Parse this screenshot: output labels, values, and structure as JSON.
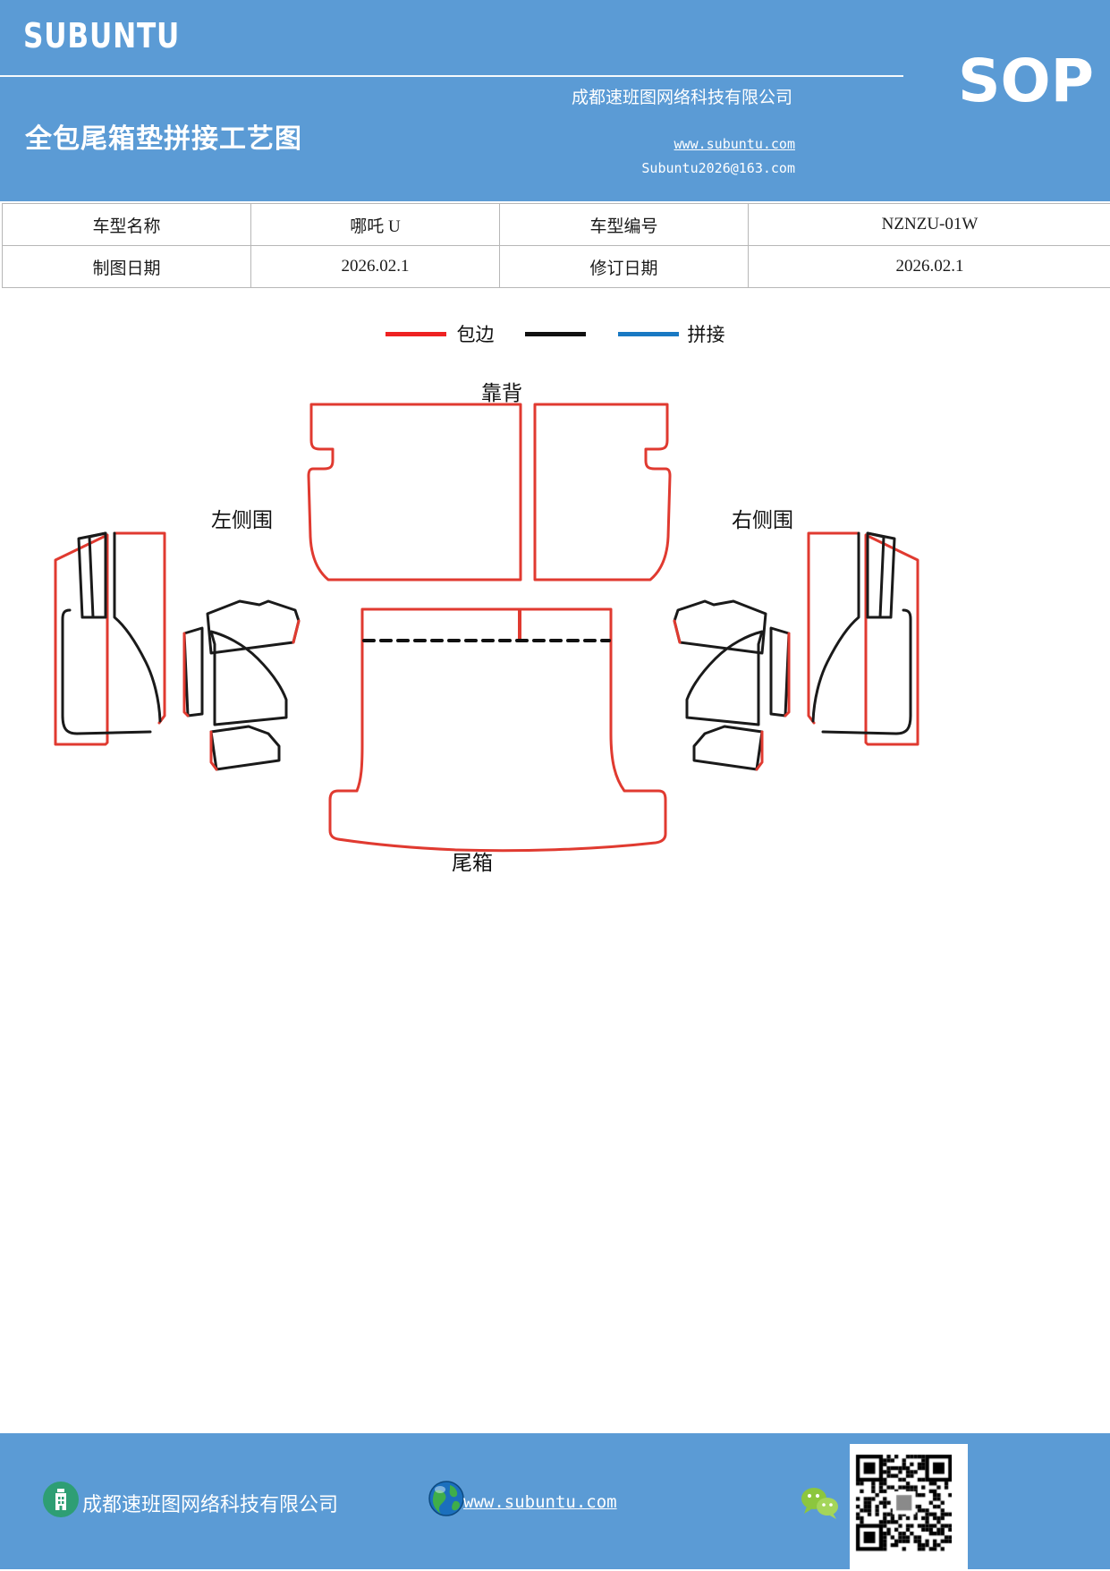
{
  "header": {
    "brand": "SUBUNTU",
    "doc_title": "全包尾箱垫拼接工艺图",
    "company": "成都速班图网络科技有限公司",
    "url": "www.subuntu.com",
    "email": "Subuntu2026@163.com",
    "badge": "SOP",
    "bg_color": "#5B9BD5"
  },
  "info_table": {
    "rows": [
      {
        "label1": "车型名称",
        "value1": "哪吒 U",
        "label2": "车型编号",
        "value2": "NZNZU-01W"
      },
      {
        "label1": "制图日期",
        "value1": "2026.02.1",
        "label2": "修订日期",
        "value2": "2026.02.1"
      }
    ]
  },
  "legend": {
    "items": [
      {
        "color": "#ee2222",
        "label": "包边"
      },
      {
        "color": "#111111",
        "label": ""
      },
      {
        "color": "#1979c3",
        "label": "拼接"
      }
    ]
  },
  "diagram": {
    "labels": {
      "backrest": "靠背",
      "left_side": "左侧围",
      "right_side": "右侧围",
      "trunk": "尾箱"
    }
  },
  "footer": {
    "company": "成都速班图网络科技有限公司",
    "url": "www.subuntu.com",
    "building_icon": "building-icon",
    "globe_icon": "globe-icon",
    "wechat_icon": "wechat-icon",
    "qr_icon": "qr-code"
  }
}
